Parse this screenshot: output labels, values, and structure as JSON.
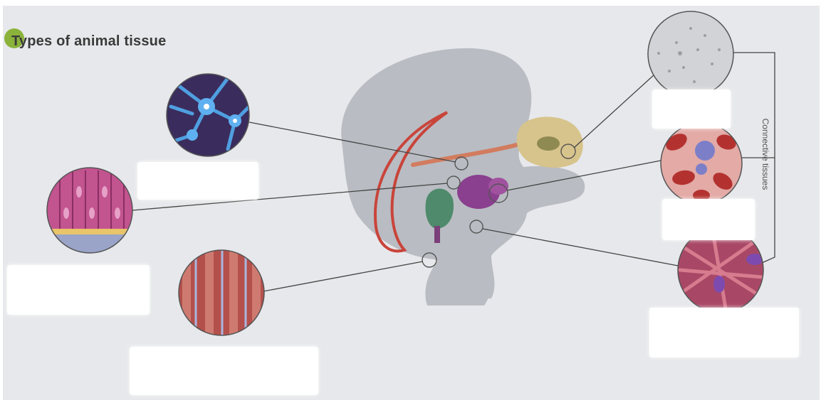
{
  "title": "Types of animal tissue",
  "connective_label": "Connective tissues",
  "colors": {
    "background": "#e7e8eb",
    "body_silhouette": "#b9bcc2",
    "nerve": "#c9443a",
    "brain": "#d7c48c",
    "heart": "#8a3f8f",
    "lung": "#4e8a6b",
    "title_bullet": "#8bb33b"
  },
  "tissue_images": [
    {
      "id": "nerve-tissue",
      "icon": "nerve-cells-icon"
    },
    {
      "id": "epithelial-tissue",
      "icon": "epithelial-cells-icon"
    },
    {
      "id": "muscle-tissue",
      "icon": "muscle-fibers-icon"
    },
    {
      "id": "cartilage-tissue",
      "icon": "cartilage-icon"
    },
    {
      "id": "blood-tissue",
      "icon": "blood-cells-icon"
    },
    {
      "id": "fibrous-tissue",
      "icon": "fibrous-tissue-icon"
    }
  ]
}
